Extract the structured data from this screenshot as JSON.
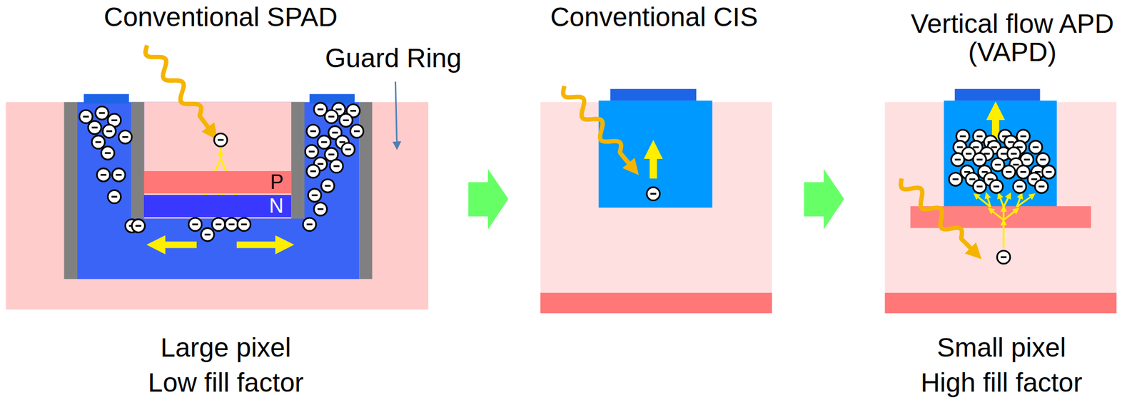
{
  "diagram": {
    "nodes": [
      {
        "text": [
          "P"
        ]
      },
      {
        "text": [
          "N"
        ]
      }
    ],
    "labels": [
      "Conventional SPAD",
      "Guard Ring",
      "Large pixel",
      "Low fill factor",
      "Conventional CIS",
      "Vertical flow APD (VAPD)",
      "Small pixel",
      "High fill factor"
    ]
  }
}
